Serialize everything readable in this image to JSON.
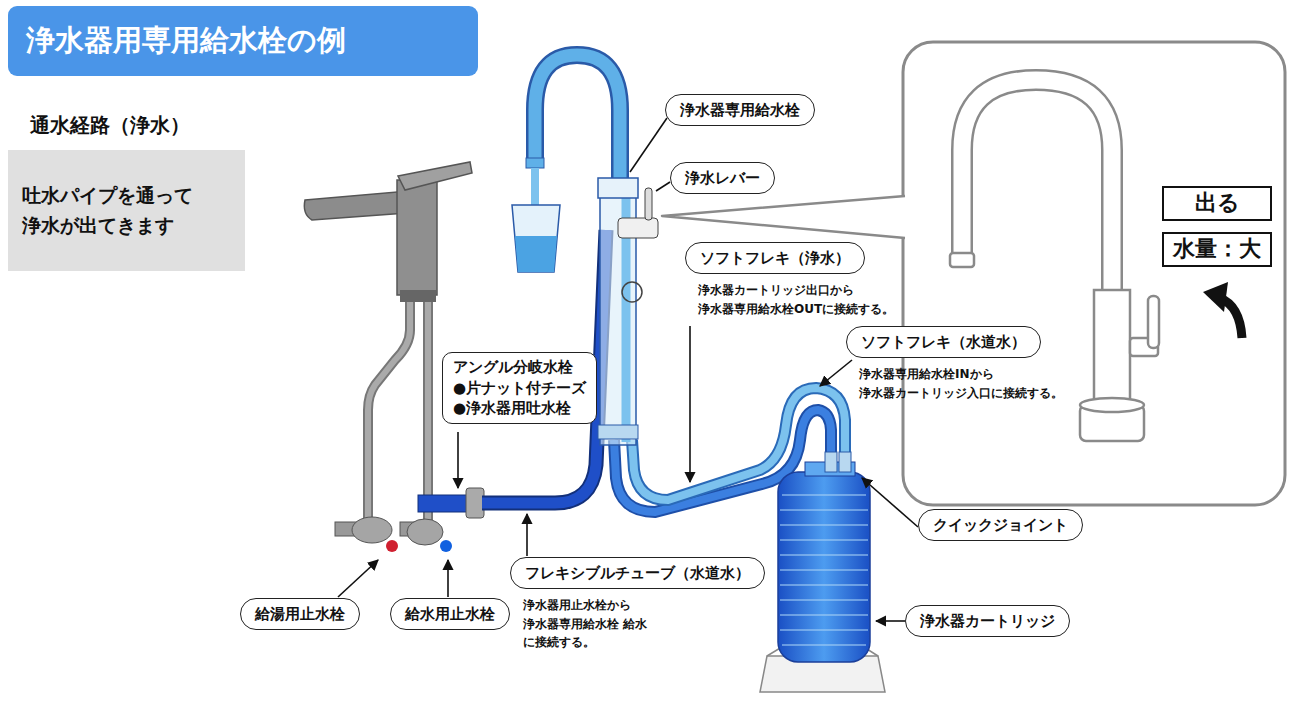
{
  "diagram": {
    "title": "浄水器用専用給水栓の例",
    "nodes": [
      {
        "text": [
          "通水経路（浄水）",
          "吐水パイプを通って 浄水が出てきます"
        ]
      },
      {
        "text": [
          "浄水器専用給水栓"
        ]
      },
      {
        "text": [
          "浄水レバー"
        ]
      },
      {
        "text": [
          "出る"
        ]
      },
      {
        "text": [
          "水量：大"
        ]
      },
      {
        "text": [
          "ソフトフレキ（浄水）",
          "浄水器カートリッジ出口から 浄水器専用給水栓OUTに接続する。"
        ]
      },
      {
        "text": [
          "ソフトフレキ（水道水）",
          "浄水器専用給水栓INから 浄水器カートリッジ入口に接続する。"
        ]
      },
      {
        "text": [
          "アングル分岐水栓",
          "●片ナット付チーズ",
          "●浄水器用吐水栓"
        ]
      },
      {
        "text": [
          "クイックジョイント"
        ]
      },
      {
        "text": [
          "フレキシブルチューブ（水道水）",
          "浄水器用止水栓から 浄水器専用給水栓 給水 に接続する。"
        ]
      },
      {
        "text": [
          "浄水器カートリッジ"
        ]
      },
      {
        "text": [
          "給湯用止水栓"
        ]
      },
      {
        "text": [
          "給水用止水栓"
        ]
      }
    ]
  }
}
